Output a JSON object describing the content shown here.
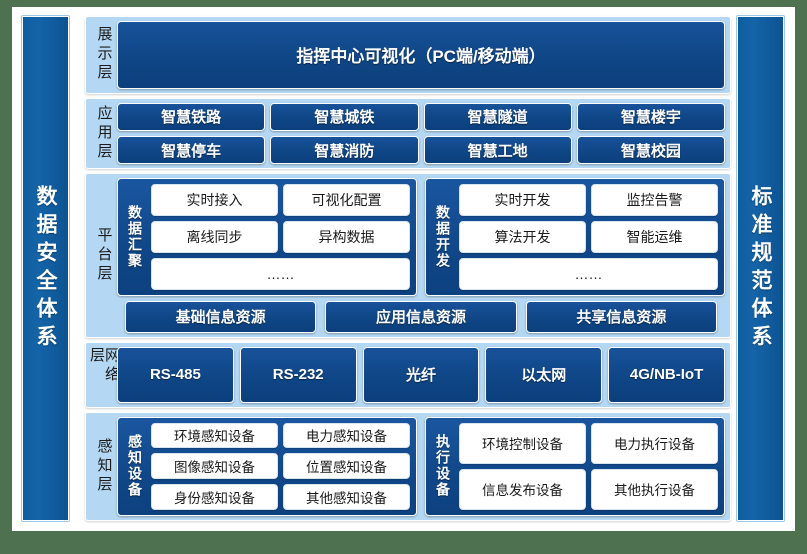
{
  "sidebars": {
    "left": {
      "label": "数据安全体系"
    },
    "right": {
      "label": "标准规范体系"
    }
  },
  "layers": [
    {
      "key": "presentation",
      "label": "展示层",
      "banner": "指挥中心可视化（PC端/移动端）"
    },
    {
      "key": "application",
      "label": "应用层",
      "items": [
        "智慧铁路",
        "智慧城铁",
        "智慧隧道",
        "智慧楼宇",
        "智慧停车",
        "智慧消防",
        "智慧工地",
        "智慧校园"
      ]
    },
    {
      "key": "platform",
      "label": "平台层",
      "groups": [
        {
          "label": "数据汇聚",
          "cells": [
            "实时接入",
            "可视化配置",
            "离线同步",
            "异构数据"
          ],
          "ellipsis": "……"
        },
        {
          "label": "数据开发",
          "cells": [
            "实时开发",
            "监控告警",
            "算法开发",
            "智能运维"
          ],
          "ellipsis": "……"
        }
      ],
      "resources": [
        "基础信息资源",
        "应用信息资源",
        "共享信息资源"
      ]
    },
    {
      "key": "network",
      "label": "网络层",
      "items": [
        "RS-485",
        "RS-232",
        "光纤",
        "以太网",
        "4G/NB-IoT"
      ]
    },
    {
      "key": "sensing",
      "label": "感知层",
      "groups": [
        {
          "label": "感知设备",
          "cells": [
            "环境感知设备",
            "电力感知设备",
            "图像感知设备",
            "位置感知设备",
            "身份感知设备",
            "其他感知设备"
          ]
        },
        {
          "label": "执行设备",
          "cells": [
            "环境控制设备",
            "电力执行设备",
            "信息发布设备",
            "其他执行设备"
          ]
        }
      ]
    }
  ],
  "colors": {
    "background": "#4e7250",
    "frame": "#ffffff",
    "panel_light_blue": "#b4d8f4",
    "chip_dark_blue": "#0f4686",
    "pillar_blue": "#1464a8",
    "cell_white": "#ffffff"
  }
}
